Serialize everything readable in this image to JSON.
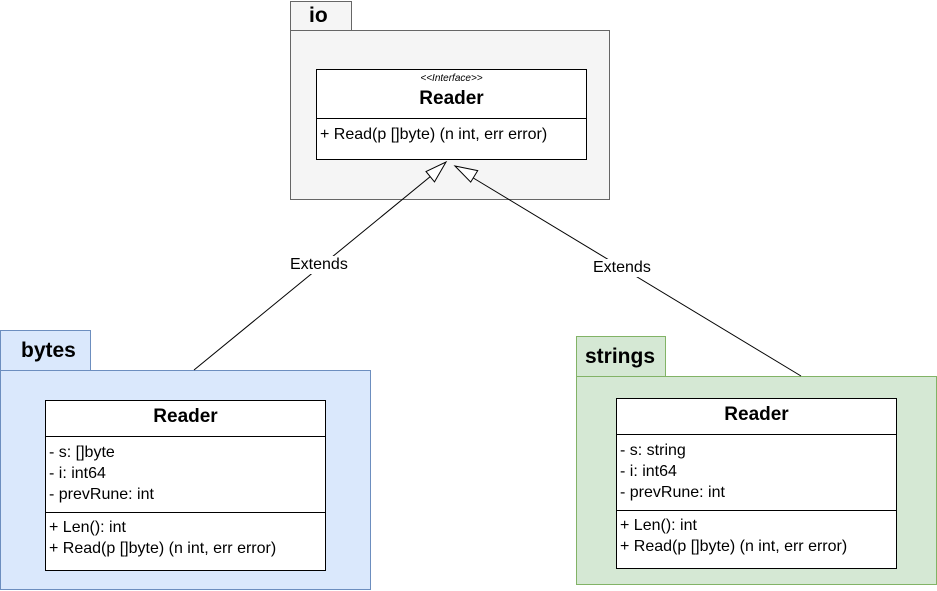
{
  "packages": {
    "io": {
      "name": "io",
      "fill": "#f5f5f5",
      "stroke": "#666666"
    },
    "bytes": {
      "name": "bytes",
      "fill": "#dae8fc",
      "stroke": "#6c8ebf"
    },
    "strings": {
      "name": "strings",
      "fill": "#d5e8d4",
      "stroke": "#82b366"
    }
  },
  "io_reader": {
    "stereotype": "<<Interface>>",
    "name": "Reader",
    "methods": [
      "+ Read(p []byte) (n int, err error)"
    ]
  },
  "bytes_reader": {
    "name": "Reader",
    "fields": [
      "- s: []byte",
      "- i: int64",
      "- prevRune: int"
    ],
    "methods": [
      "+ Len(): int",
      "+ Read(p []byte) (n int, err error)"
    ]
  },
  "strings_reader": {
    "name": "Reader",
    "fields": [
      "- s: string",
      "- i: int64",
      "- prevRune: int"
    ],
    "methods": [
      "+ Len(): int",
      "+ Read(p []byte) (n int, err error)"
    ]
  },
  "edges": {
    "left_label": "Extends",
    "right_label": "Extends"
  }
}
